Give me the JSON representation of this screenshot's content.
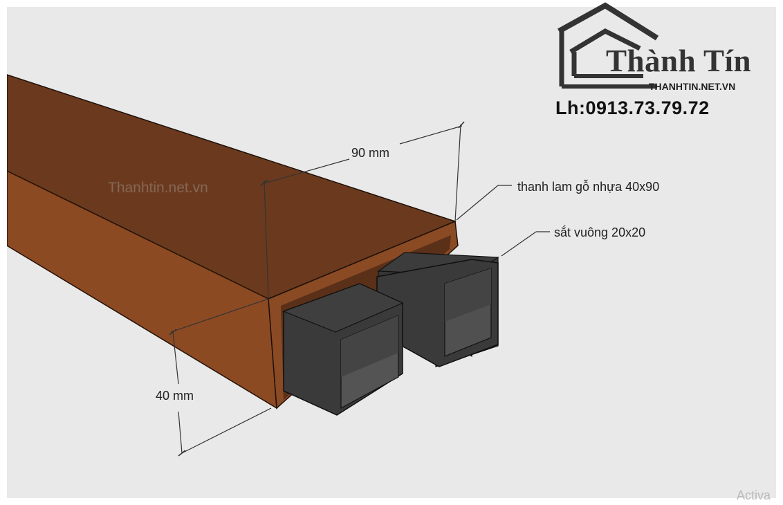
{
  "watermark": "Thanhtin.net.vn",
  "logo": {
    "name": "Thành Tín",
    "url": "THANHTIN.NET.VN",
    "phone": "Lh:0913.73.79.72"
  },
  "dimensions": {
    "width": "90 mm",
    "height": "40 mm"
  },
  "labels": {
    "profile": "thanh lam gỗ nhựa 40x90",
    "steel": "sắt vuông 20x20"
  },
  "system": {
    "activate_text": "Activa"
  },
  "colors": {
    "wood_top": "#6b3a1e",
    "wood_side": "#8c4a23",
    "steel": "#3a3a3a",
    "background": "#e9e9e9"
  },
  "icons": {
    "logo": "house-outline-icon"
  }
}
